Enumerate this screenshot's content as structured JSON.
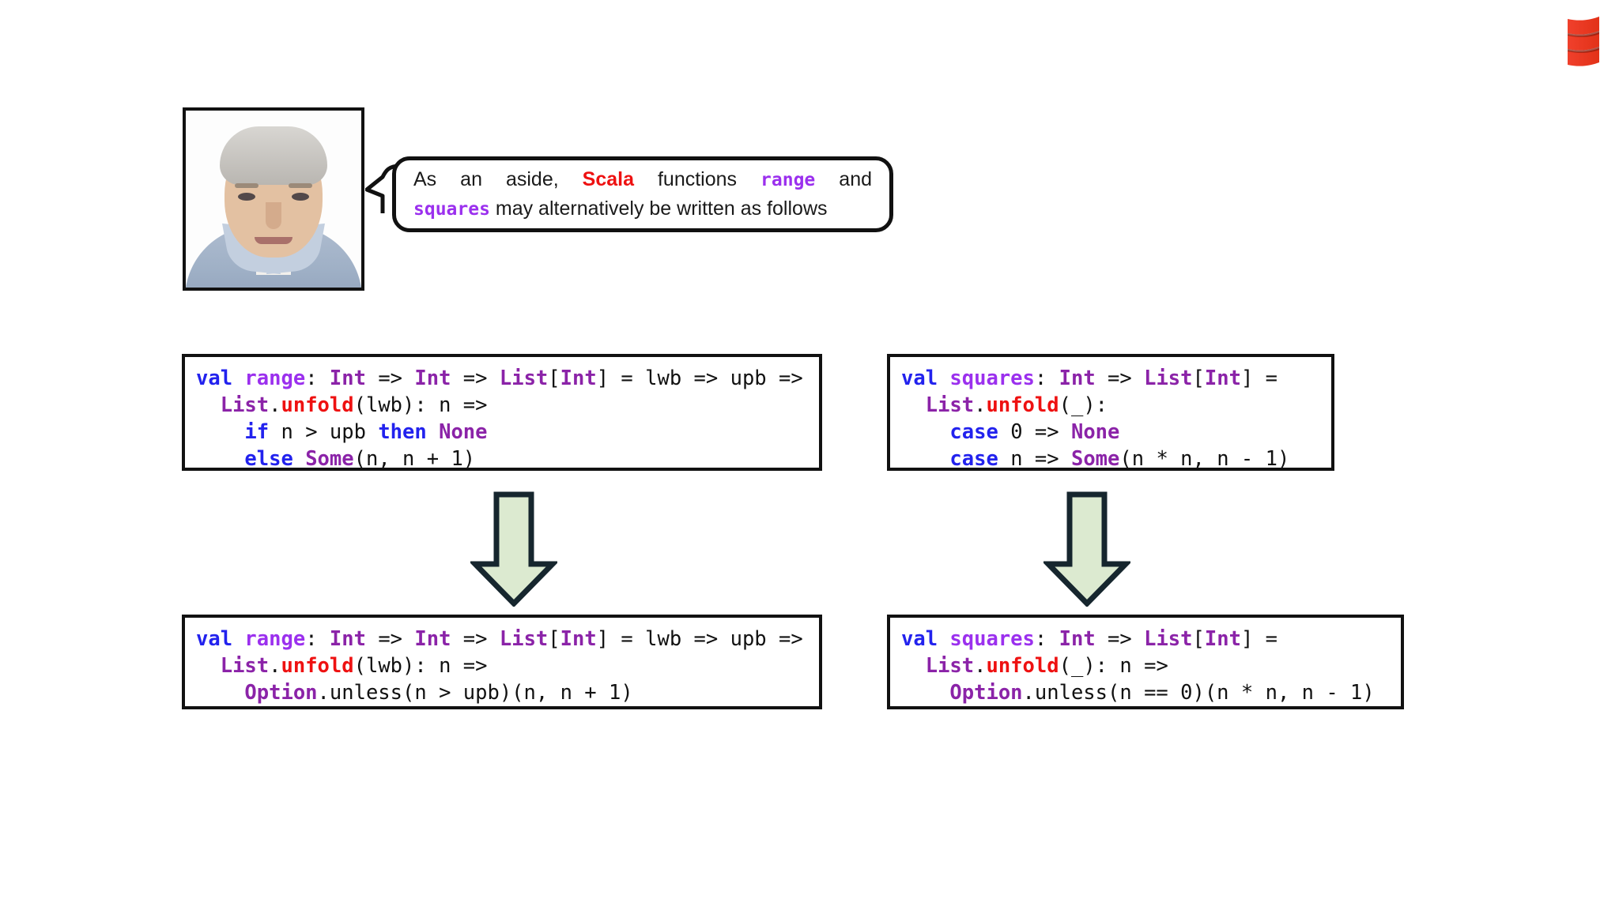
{
  "logo": {
    "name": "scala-logo",
    "color": "#e8432c"
  },
  "speaker": {
    "photo_alt": "presenter-portrait"
  },
  "bubble": {
    "line1": {
      "pre": "As   an   aside,  ",
      "scala": "Scala",
      "mid": "  functions  ",
      "range": "range",
      "post": "  and"
    },
    "line2": {
      "squares": "squares",
      "rest": " may alternatively be written as follows"
    }
  },
  "code": {
    "top_left": {
      "title": "range-original",
      "lines": [
        [
          {
            "t": "val",
            "c": "kw"
          },
          {
            "t": " ",
            "c": "pl"
          },
          {
            "t": "range",
            "c": "id"
          },
          {
            "t": ": ",
            "c": "pl"
          },
          {
            "t": "Int",
            "c": "type"
          },
          {
            "t": " => ",
            "c": "pl"
          },
          {
            "t": "Int",
            "c": "type"
          },
          {
            "t": " => ",
            "c": "pl"
          },
          {
            "t": "List",
            "c": "type"
          },
          {
            "t": "[",
            "c": "pl"
          },
          {
            "t": "Int",
            "c": "type"
          },
          {
            "t": "] = lwb => upb =>",
            "c": "pl"
          }
        ],
        [
          {
            "t": "  ",
            "c": "pl"
          },
          {
            "t": "List",
            "c": "type"
          },
          {
            "t": ".",
            "c": "pl"
          },
          {
            "t": "unfold",
            "c": "fn"
          },
          {
            "t": "(lwb): n =>",
            "c": "pl"
          }
        ],
        [
          {
            "t": "    ",
            "c": "pl"
          },
          {
            "t": "if",
            "c": "kw"
          },
          {
            "t": " n > upb ",
            "c": "pl"
          },
          {
            "t": "then",
            "c": "kw"
          },
          {
            "t": " ",
            "c": "pl"
          },
          {
            "t": "None",
            "c": "type"
          }
        ],
        [
          {
            "t": "    ",
            "c": "pl"
          },
          {
            "t": "else",
            "c": "kw"
          },
          {
            "t": " ",
            "c": "pl"
          },
          {
            "t": "Some",
            "c": "type"
          },
          {
            "t": "(n, n + 1)",
            "c": "pl"
          }
        ]
      ]
    },
    "top_right": {
      "title": "squares-original",
      "lines": [
        [
          {
            "t": "val",
            "c": "kw"
          },
          {
            "t": " ",
            "c": "pl"
          },
          {
            "t": "squares",
            "c": "id"
          },
          {
            "t": ": ",
            "c": "pl"
          },
          {
            "t": "Int",
            "c": "type"
          },
          {
            "t": " => ",
            "c": "pl"
          },
          {
            "t": "List",
            "c": "type"
          },
          {
            "t": "[",
            "c": "pl"
          },
          {
            "t": "Int",
            "c": "type"
          },
          {
            "t": "] =",
            "c": "pl"
          }
        ],
        [
          {
            "t": "  ",
            "c": "pl"
          },
          {
            "t": "List",
            "c": "type"
          },
          {
            "t": ".",
            "c": "pl"
          },
          {
            "t": "unfold",
            "c": "fn"
          },
          {
            "t": "(_):",
            "c": "pl"
          }
        ],
        [
          {
            "t": "    ",
            "c": "pl"
          },
          {
            "t": "case",
            "c": "kw"
          },
          {
            "t": " 0 => ",
            "c": "pl"
          },
          {
            "t": "None",
            "c": "type"
          }
        ],
        [
          {
            "t": "    ",
            "c": "pl"
          },
          {
            "t": "case",
            "c": "kw"
          },
          {
            "t": " n => ",
            "c": "pl"
          },
          {
            "t": "Some",
            "c": "type"
          },
          {
            "t": "(n * n, n - 1)",
            "c": "pl"
          }
        ]
      ]
    },
    "bottom_left": {
      "title": "range-rewritten",
      "lines": [
        [
          {
            "t": "val",
            "c": "kw"
          },
          {
            "t": " ",
            "c": "pl"
          },
          {
            "t": "range",
            "c": "id"
          },
          {
            "t": ": ",
            "c": "pl"
          },
          {
            "t": "Int",
            "c": "type"
          },
          {
            "t": " => ",
            "c": "pl"
          },
          {
            "t": "Int",
            "c": "type"
          },
          {
            "t": " => ",
            "c": "pl"
          },
          {
            "t": "List",
            "c": "type"
          },
          {
            "t": "[",
            "c": "pl"
          },
          {
            "t": "Int",
            "c": "type"
          },
          {
            "t": "] = lwb => upb =>",
            "c": "pl"
          }
        ],
        [
          {
            "t": "  ",
            "c": "pl"
          },
          {
            "t": "List",
            "c": "type"
          },
          {
            "t": ".",
            "c": "pl"
          },
          {
            "t": "unfold",
            "c": "fn"
          },
          {
            "t": "(lwb): n =>",
            "c": "pl"
          }
        ],
        [
          {
            "t": "    ",
            "c": "pl"
          },
          {
            "t": "Option",
            "c": "type"
          },
          {
            "t": ".unless(n > upb)(n, n + 1)",
            "c": "pl"
          }
        ]
      ]
    },
    "bottom_right": {
      "title": "squares-rewritten",
      "lines": [
        [
          {
            "t": "val",
            "c": "kw"
          },
          {
            "t": " ",
            "c": "pl"
          },
          {
            "t": "squares",
            "c": "id"
          },
          {
            "t": ": ",
            "c": "pl"
          },
          {
            "t": "Int",
            "c": "type"
          },
          {
            "t": " => ",
            "c": "pl"
          },
          {
            "t": "List",
            "c": "type"
          },
          {
            "t": "[",
            "c": "pl"
          },
          {
            "t": "Int",
            "c": "type"
          },
          {
            "t": "] =",
            "c": "pl"
          }
        ],
        [
          {
            "t": "  ",
            "c": "pl"
          },
          {
            "t": "List",
            "c": "type"
          },
          {
            "t": ".",
            "c": "pl"
          },
          {
            "t": "unfold",
            "c": "fn"
          },
          {
            "t": "(_): n =>",
            "c": "pl"
          }
        ],
        [
          {
            "t": "    ",
            "c": "pl"
          },
          {
            "t": "Option",
            "c": "type"
          },
          {
            "t": ".unless(n == 0)(n * n, n - 1)",
            "c": "pl"
          }
        ]
      ]
    }
  },
  "arrows": {
    "fill": "#dcead0",
    "stroke": "#16262e",
    "left_name": "transform-arrow-left",
    "right_name": "transform-arrow-right"
  },
  "colors": {
    "keyword": "#2222ee",
    "identifier": "#9b30ee",
    "type": "#8b23a8",
    "function": "#ee1111",
    "scala_red": "#ee1111"
  }
}
